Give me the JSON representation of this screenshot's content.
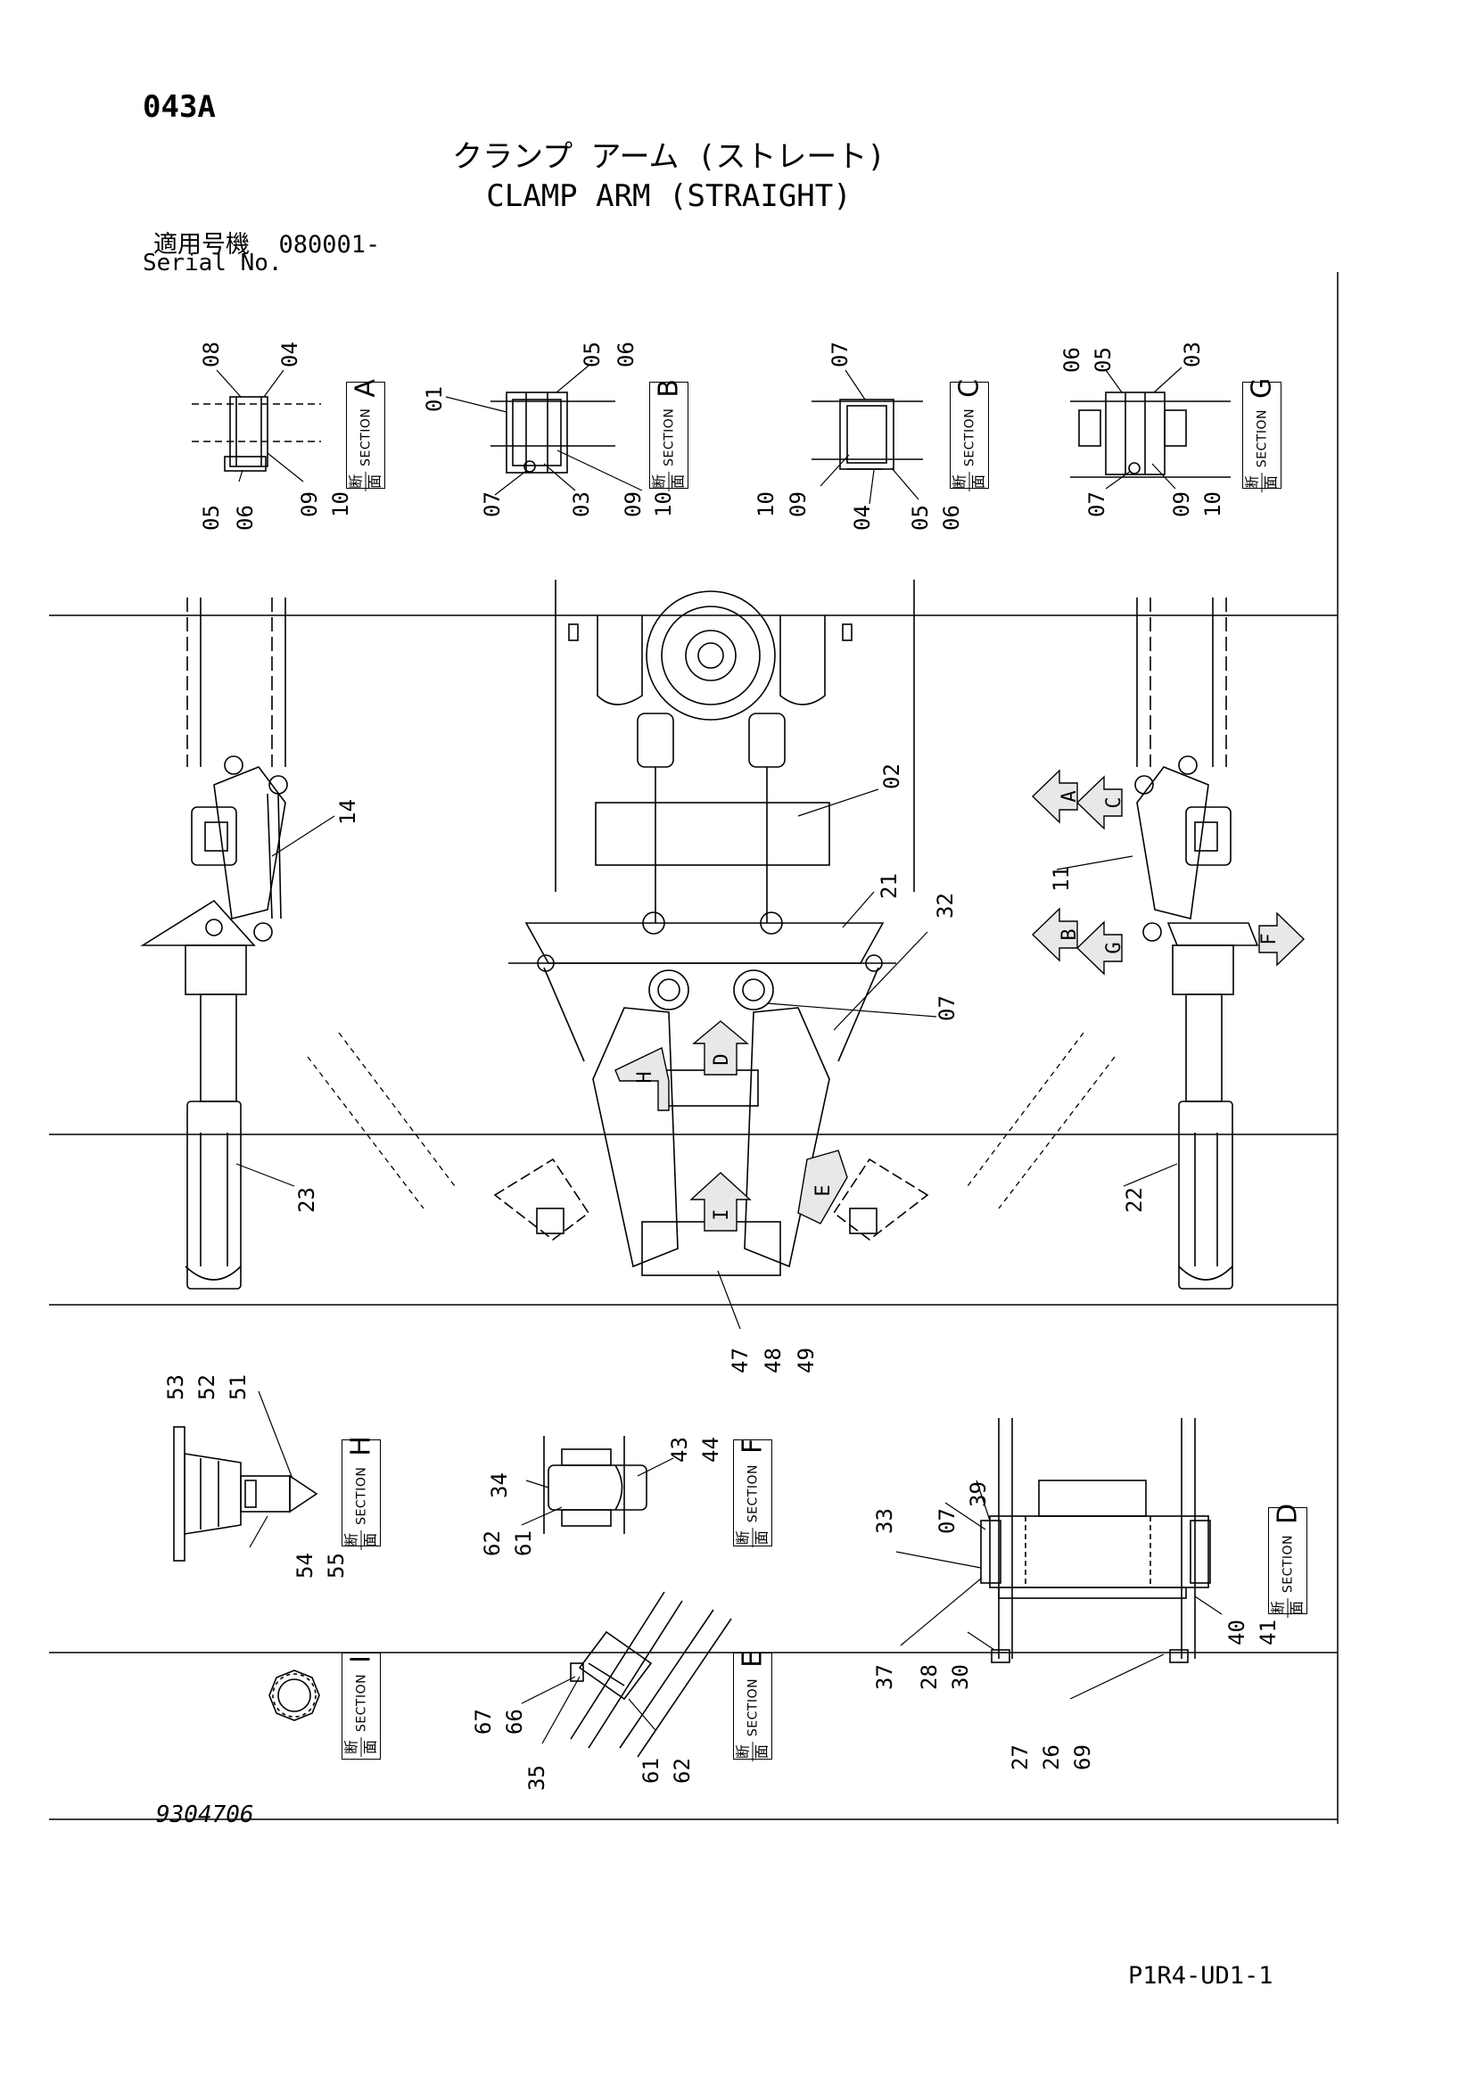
{
  "header": {
    "page_code": "043A",
    "title_jp": "クランプ アーム (ストレート)",
    "title_en": "CLAMP ARM (STRAIGHT)",
    "serial_label_jp": "適用号機",
    "serial_value": "080001-",
    "serial_label_en": "Serial No."
  },
  "footer": {
    "drawing_number": "9304706",
    "document_code": "P1R4-UD1-1"
  },
  "section_tag": {
    "kanji_top": "断",
    "kanji_bottom": "面",
    "word": "SECTION"
  },
  "sections": {
    "A": {
      "letter": "A",
      "parts": [
        "08",
        "04",
        "05",
        "06",
        "09",
        "10"
      ]
    },
    "B": {
      "letter": "B",
      "parts": [
        "05",
        "06",
        "01",
        "07",
        "03",
        "09",
        "10"
      ]
    },
    "C": {
      "letter": "C",
      "parts": [
        "07",
        "10",
        "09",
        "04",
        "05",
        "06"
      ]
    },
    "G": {
      "letter": "G",
      "parts": [
        "06",
        "05",
        "03",
        "07",
        "09",
        "10"
      ]
    },
    "H": {
      "letter": "H",
      "parts": [
        "53",
        "52",
        "51",
        "54",
        "55"
      ]
    },
    "F": {
      "letter": "F",
      "parts": [
        "43",
        "44",
        "34",
        "62",
        "61"
      ]
    },
    "D": {
      "letter": "D",
      "parts": [
        "39",
        "07",
        "33",
        "37",
        "28",
        "30",
        "40",
        "41",
        "27",
        "26",
        "69"
      ]
    },
    "I": {
      "letter": "I",
      "parts": []
    },
    "E": {
      "letter": "E",
      "parts": [
        "67",
        "66",
        "35",
        "61",
        "62"
      ]
    }
  },
  "main_view": {
    "callouts": [
      "14",
      "02",
      "21",
      "32",
      "07",
      "11",
      "23",
      "22",
      "47",
      "48",
      "49"
    ],
    "view_arrows": [
      "A",
      "C",
      "B",
      "G",
      "F",
      "D",
      "H",
      "I",
      "E"
    ]
  },
  "colors": {
    "ink": "#000000",
    "paper": "#ffffff",
    "arrow_fill": "#e8e8e8"
  }
}
